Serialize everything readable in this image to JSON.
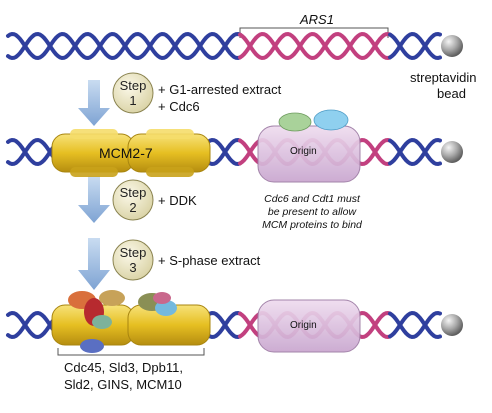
{
  "labels": {
    "ars1": "ARS1",
    "bead_line1": "streptavidin",
    "bead_line2": "bead",
    "mcm": "MCM2-7",
    "origin": "Origin",
    "origin_bottom": "Origin"
  },
  "steps": [
    {
      "word": "Step",
      "number": "1",
      "line1": "+ G1-arrested extract",
      "line2": "+ Cdc6"
    },
    {
      "word": "Step",
      "number": "2",
      "line1": "+ DDK"
    },
    {
      "word": "Step",
      "number": "3",
      "line1": "+ S-phase extract"
    }
  ],
  "note": {
    "line1": "Cdc6 and Cdt1 must",
    "line2": "be present to allow",
    "line3": "MCM proteins to bind"
  },
  "factors": {
    "line1": "Cdc45, Sld3, Dpb11,",
    "line2": "Sld2, GINS, MCM10"
  },
  "colors": {
    "dna_blue": "#2f3f9e",
    "dna_pink": "#c2407f",
    "mcm_yellow": "#e9c52a",
    "origin_purple": "#d9bede",
    "arrow_blue": "#8eb2dc",
    "step_circle": "#ece6c4",
    "bead_gray": "#9a9a9a"
  }
}
